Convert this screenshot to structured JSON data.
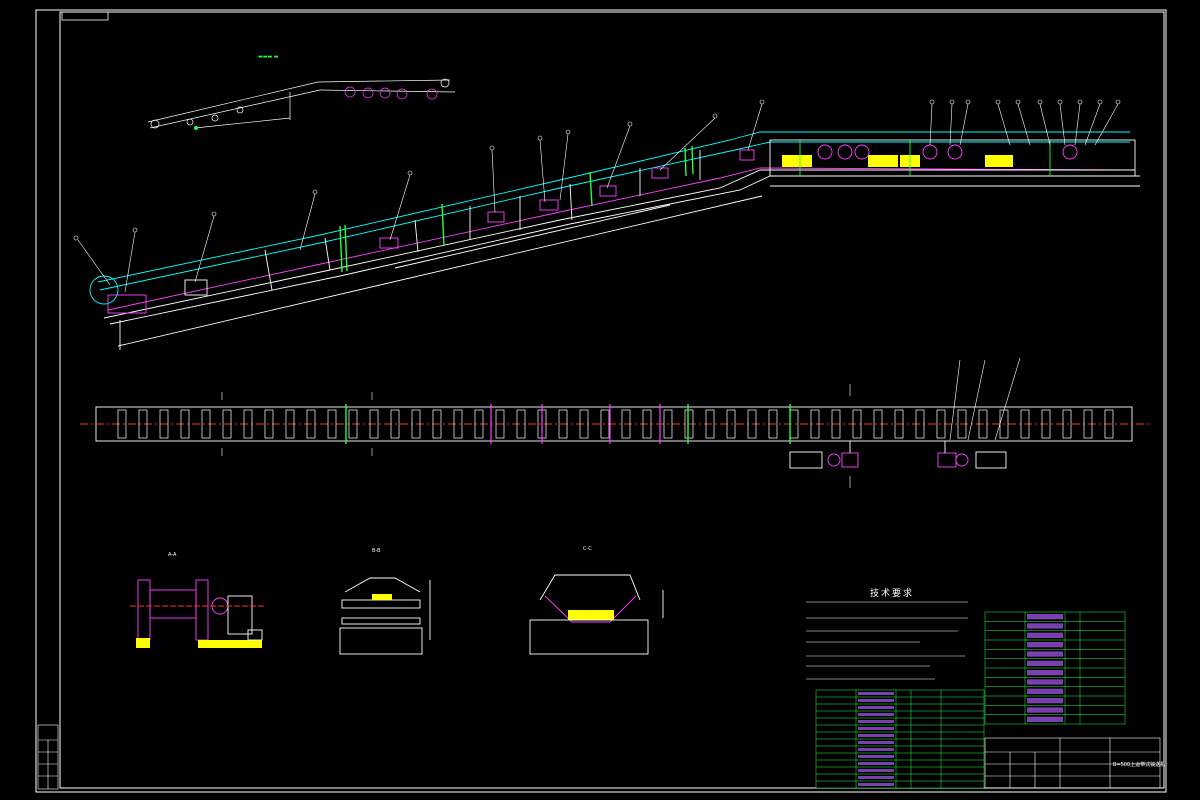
{
  "sheet": {
    "background": "#000000",
    "frame_color": "#ffffff"
  },
  "colors": {
    "belt": "#00ffff",
    "structure": "#ffffff",
    "centerline": "#ff3030",
    "magenta": "#ff40ff",
    "green": "#20ff40",
    "yellow": "#ffff00",
    "table": "#20ff40",
    "table_fill": "#7a40b0"
  },
  "views": {
    "section_labels": [
      "A-A",
      "B-B",
      "C-C"
    ]
  },
  "technical_requirements": {
    "title": "技术要求"
  },
  "title_block": {
    "drawing_name": "B=500上运带式输送机"
  },
  "icons": [
    "motor-icon",
    "reducer-icon",
    "pulley-icon",
    "idler-icon"
  ]
}
